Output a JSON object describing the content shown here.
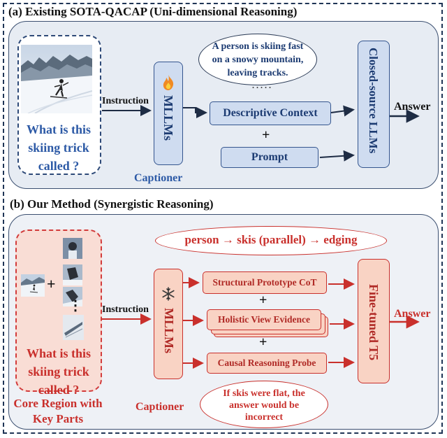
{
  "section_a": {
    "title": "(a)  Existing SOTA-QACAP (Uni-dimensional Reasoning)",
    "question": "What is this skiing trick called ?",
    "instruction_label": "Instruction",
    "mllm_label": "MLLMs",
    "captioner_label": "Captioner",
    "caption_bubble": "A person is skiing fast on a snowy mountain, leaving tracks.",
    "ellipsis": ". . . . .",
    "context_box": "Descriptive Context",
    "plus": "+",
    "prompt_box": "Prompt",
    "llm_label": "Closed-source LLMs",
    "answer_label": "Answer"
  },
  "section_b": {
    "title": "(b)  Our Method (Synergistic Reasoning)",
    "plus_sign": "+",
    "dots": "⋮",
    "question": "What is this skiing trick called ?",
    "core_region_label": "Core Region with Key Parts",
    "instruction_label": "Instruction",
    "mllm_label": "MLLMs",
    "captioner_label": "Captioner",
    "top_bubble": "person → skis (parallel) → edging",
    "box1": "Structural Prototype CoT",
    "plus1": "+",
    "box2": "Holistic View Evidence",
    "plus2": "+",
    "box3": "Causal Reasoning Probe",
    "bottom_bubble": "If skis were flat, the answer would be incorrect",
    "model_label": "Fine-tuned T5",
    "answer_label": "Answer"
  },
  "colors": {
    "blue_accent": "#2d5aa6",
    "red_accent": "#c9302c",
    "panel_border": "#3b4f70"
  },
  "icons": [
    "fire-icon",
    "snowflake-icon",
    "arrow-icon"
  ]
}
